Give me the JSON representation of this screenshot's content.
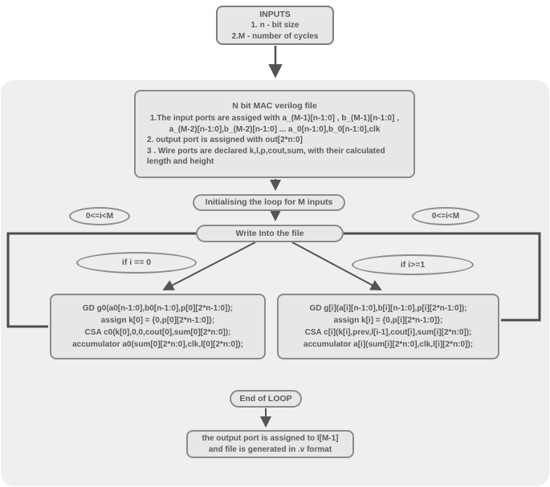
{
  "flowchart": {
    "inputs": {
      "title": "INPUTS",
      "lines": [
        "1. n - bit size",
        "2.M - number of cycles"
      ]
    },
    "verilog": {
      "title": "N bit MAC verilog file",
      "items": [
        "1.The input ports are assiged  with a_(M-1)[n-1:0] , b_(M-1)[n-1:0] , a_(M-2)[n-1:0],b_(M-2)[n-1:0] ...  a_0[n-1:0],b_0[n-1:0],clk",
        "2.  output port is assigned with  out[2*n:0]",
        "3 . Wire ports are declared k,l,p,cout,sum,  with their calculated length and height"
      ]
    },
    "init_loop": "Initialising the loop for M inputs",
    "write_file": "Write Into the file",
    "loop_condition_left": "0<=i<M",
    "loop_condition_right": "0<=i<M",
    "branch_if_zero": "if i == 0",
    "branch_if_ge_one": "if i>=1",
    "case_zero": {
      "lines": [
        "GD g0(a0[n-1:0],b0[n-1:0],p[0][2*n-1:0]);",
        "assign k[0] = {0,p[0][2*n-1:0]};",
        "CSA c0(k[0],0,0,cout[0],sum[0][2*n:0]);",
        "accumulator a0(sum[0][2*n:0],clk,l[0][2*n:0]);"
      ]
    },
    "case_general": {
      "lines": [
        "GD g[i](a[i][n-1:0],b[i][n-1:0],p[i][2*n-1:0]);",
        "assign k[i] = {0,p[i][2*n-1:0]};",
        "CSA c[i](k[i],prev,l[i-1],cout[i],sum[i][2*n:0]);",
        "accumulator a[i](sum[i][2*n:0],clk,l[i][2*n:0]);"
      ]
    },
    "end_loop": "End of LOOP",
    "output": {
      "lines": [
        "the output port is assigned to l[M-1]",
        "and file is generated in .v format"
      ]
    }
  }
}
